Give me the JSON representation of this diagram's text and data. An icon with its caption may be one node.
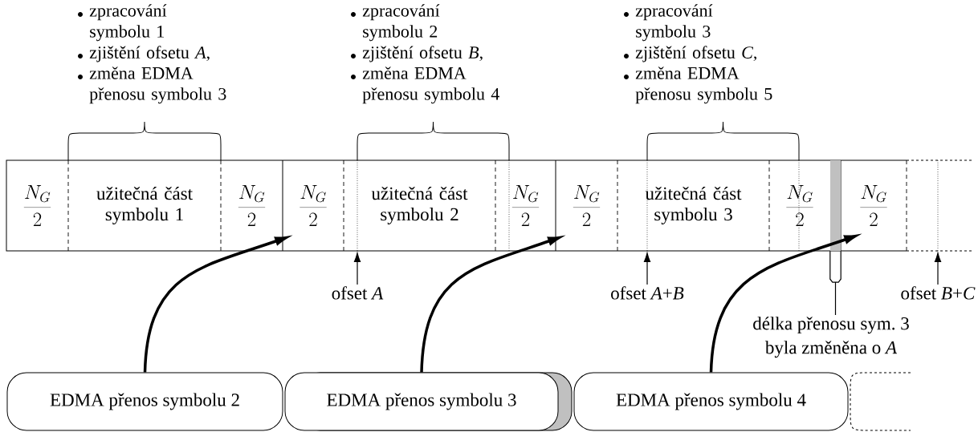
{
  "diagram": {
    "nodes": [
      {
        "text": [
          "\\frac{N_G}{2}"
        ]
      },
      {
        "text": [
          "užitečná část symbolu 1"
        ]
      },
      {
        "text": [
          "\\frac{N_G}{2}"
        ]
      },
      {
        "text": [
          "\\frac{N_G}{2}"
        ]
      },
      {
        "text": [
          "užitečná část symbolu 2"
        ]
      },
      {
        "text": [
          "\\frac{N_G}{2}"
        ]
      },
      {
        "text": [
          "\\frac{N_G}{2}"
        ]
      },
      {
        "text": [
          "užitečná část symbolu 3"
        ]
      },
      {
        "text": [
          "\\frac{N_G}{2}"
        ]
      },
      {
        "text": [],
        "shape": "bar"
      },
      {
        "text": [
          "\\frac{N_G}{2}"
        ]
      },
      {
        "text": [
          "ofset *A*"
        ]
      },
      {
        "text": [
          "ofset *A*+*B*"
        ]
      },
      {
        "text": [
          "ofset *B*+*C*"
        ]
      },
      {
        "text": [
          "délka přenosu sym. 3 byla změněna o *A*"
        ]
      },
      {
        "text": [
          "EDMA přenos symbolu 2"
        ]
      },
      {
        "text": [
          "EDMA přenos symbolu 3"
        ]
      },
      {
        "text": [
          "EDMA přenos symbolu 4"
        ]
      },
      {
        "text": [],
        "shape": "box"
      }
    ],
    "edges": [
      {
        "from": 11,
        "to": null,
        "arrow": "to"
      },
      {
        "from": 12,
        "to": null,
        "arrow": "to"
      },
      {
        "from": 13,
        "to": null,
        "arrow": "to"
      },
      {
        "from": 14,
        "to": 9,
        "arrow": "none"
      },
      {
        "from": 15,
        "to": 3,
        "arrow": "to",
        "style": "thick"
      },
      {
        "from": 16,
        "to": 6,
        "arrow": "to",
        "style": "thick"
      },
      {
        "from": 17,
        "to": 10,
        "arrow": "to",
        "style": "thick"
      }
    ],
    "labels": [
      "zpracování symbolu 1",
      "zjištění ofsetu *A*,",
      "změna EDMA přenosu symbolu 3",
      "zpracování symbolu 2",
      "zjištění ofsetu *B*,",
      "změna EDMA přenosu symbolu 4",
      "zpracování symbolu 3",
      "zjištění ofsetu *C*,",
      "změna EDMA přenosu symbolu 5"
    ]
  }
}
